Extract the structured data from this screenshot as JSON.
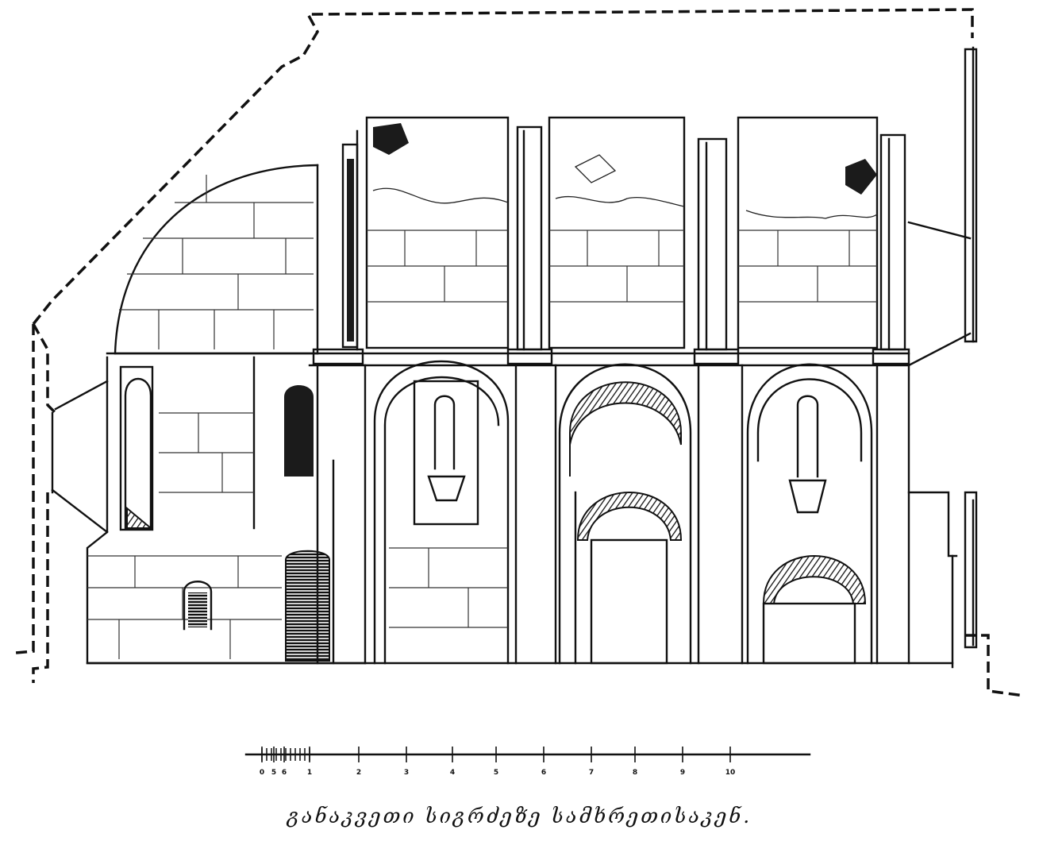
{
  "caption": "განაკვეთი სიგრძეზე სამხრეთისაკენ.",
  "scale_bar": {
    "labels": [
      "0",
      "5",
      "6",
      "1",
      "2",
      "3",
      "4",
      "5",
      "6",
      "7",
      "8",
      "9",
      "10"
    ]
  }
}
